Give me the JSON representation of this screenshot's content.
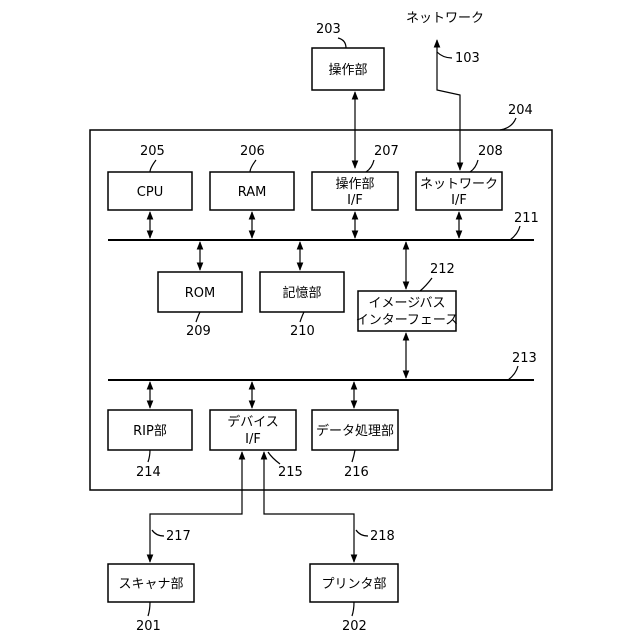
{
  "network": {
    "label": "ネットワーク",
    "ref": "103"
  },
  "control_panel": {
    "label": "操作部",
    "ref": "203"
  },
  "controller": {
    "ref": "204"
  },
  "blocks": {
    "cpu": {
      "label": "CPU",
      "ref": "205"
    },
    "ram": {
      "label": "RAM",
      "ref": "206"
    },
    "panel_if": {
      "label": "操作部",
      "sub": "I/F",
      "ref": "207"
    },
    "net_if": {
      "label": "ネットワーク",
      "sub": "I/F",
      "ref": "208"
    },
    "rom": {
      "label": "ROM",
      "ref": "209"
    },
    "storage": {
      "label": "記憶部",
      "ref": "210"
    },
    "image_bus_if": {
      "label": "イメージバス",
      "sub": "インターフェース",
      "ref": "212"
    },
    "rip": {
      "label": "RIP部",
      "ref": "214"
    },
    "device_if": {
      "label": "デバイス",
      "sub": "I/F",
      "ref": "215"
    },
    "data_proc": {
      "label": "データ処理部",
      "ref": "216"
    }
  },
  "buses": {
    "system_bus": {
      "ref": "211"
    },
    "image_bus": {
      "ref": "213"
    }
  },
  "links": {
    "scanner_link": {
      "ref": "217"
    },
    "printer_link": {
      "ref": "218"
    }
  },
  "scanner": {
    "label": "スキャナ部",
    "ref": "201"
  },
  "printer": {
    "label": "プリンタ部",
    "ref": "202"
  }
}
